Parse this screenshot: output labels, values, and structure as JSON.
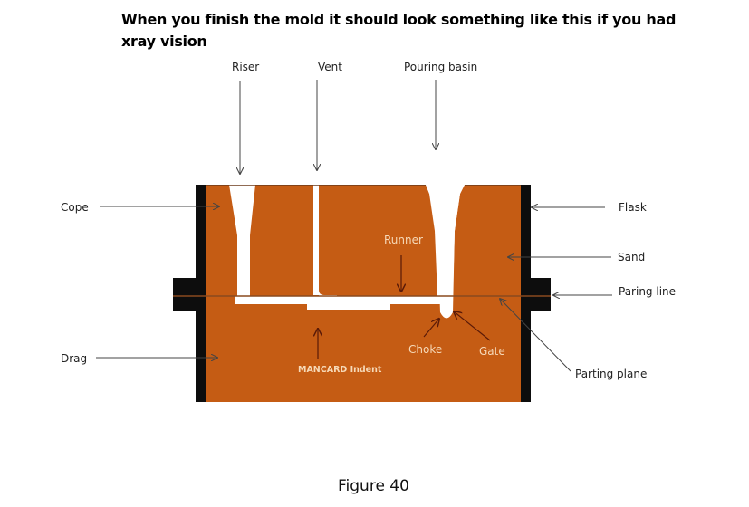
{
  "title": "When you finish the mold it should look something like this if you had xray vision",
  "caption": "Figure 40",
  "colors": {
    "sand": "#c55c14",
    "flask": "#0d0d0d",
    "cavity": "#ffffff",
    "parting_line": "#8a4a1e",
    "arrow_outside": "#444444",
    "arrow_inside": "#5a1a08",
    "label_inside": "#f6d9b8"
  },
  "labels": {
    "top": [
      {
        "id": "riser",
        "text": "Riser"
      },
      {
        "id": "vent",
        "text": "Vent"
      },
      {
        "id": "pouring_basin",
        "text": "Pouring basin"
      }
    ],
    "left": [
      {
        "id": "cope",
        "text": "Cope"
      },
      {
        "id": "drag",
        "text": "Drag"
      }
    ],
    "right": [
      {
        "id": "flask",
        "text": "Flask"
      },
      {
        "id": "sand",
        "text": "Sand"
      },
      {
        "id": "paring_line",
        "text": "Paring line"
      },
      {
        "id": "parting_plane",
        "text": "Parting plane"
      }
    ],
    "inside": [
      {
        "id": "runner",
        "text": "Runner"
      },
      {
        "id": "choke",
        "text": "Choke"
      },
      {
        "id": "gate",
        "text": "Gate"
      },
      {
        "id": "mancard_indent",
        "text": "MANCARD  Indent"
      }
    ]
  }
}
